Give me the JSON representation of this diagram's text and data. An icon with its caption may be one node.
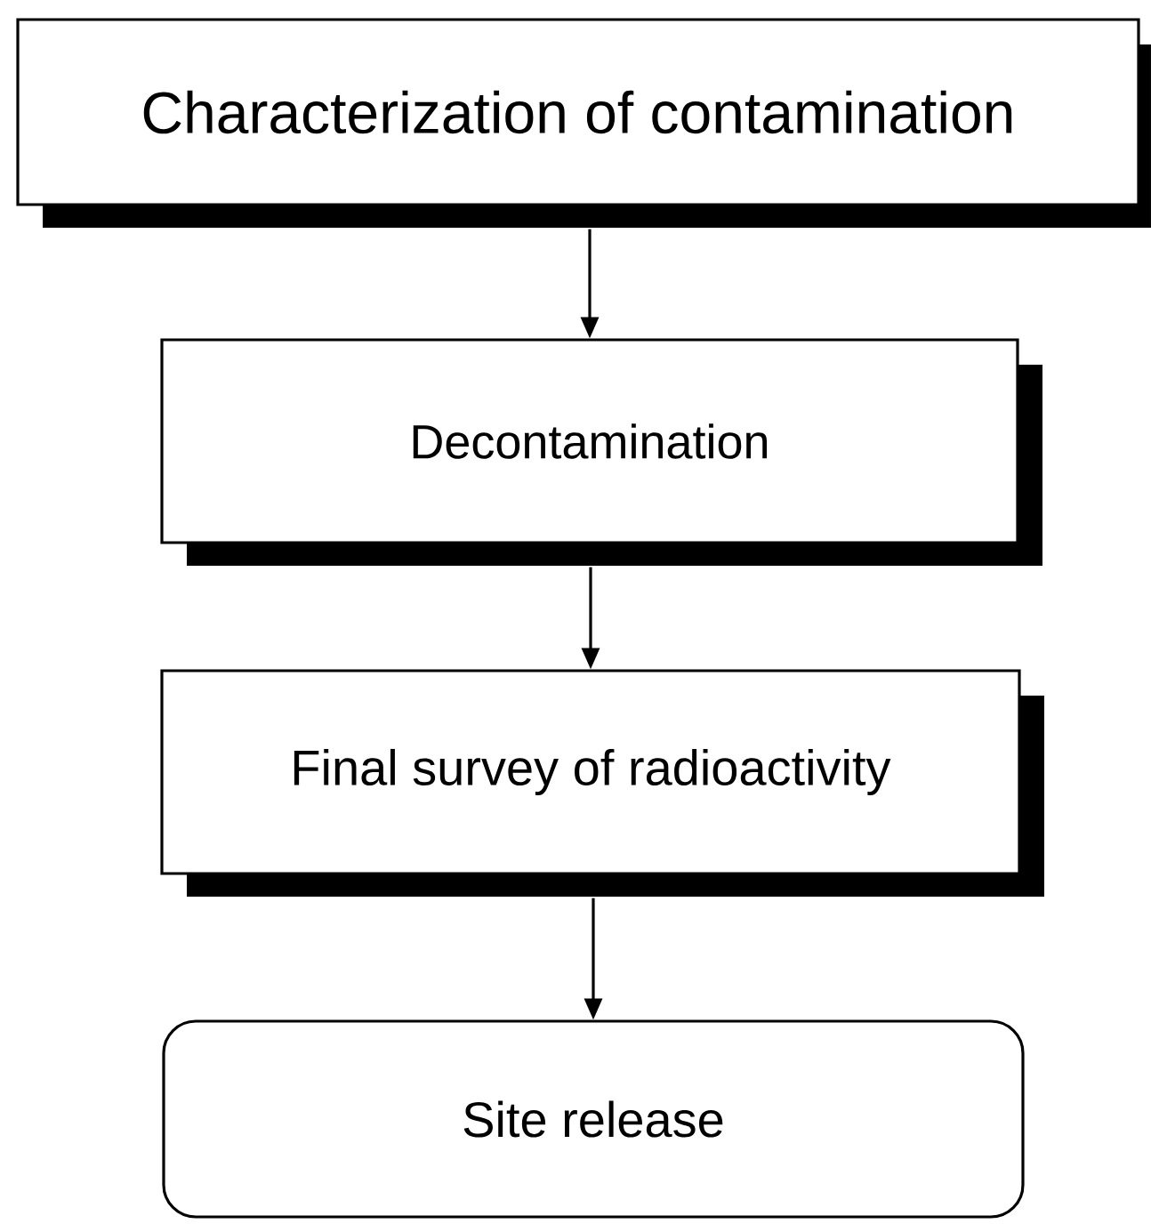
{
  "diagram": {
    "nodes": [
      {
        "text": [
          "Characterization of contamination"
        ]
      },
      {
        "text": [
          "Decontamination"
        ]
      },
      {
        "text": [
          "Final survey of radioactivity"
        ]
      },
      {
        "text": [
          "Site release"
        ]
      }
    ],
    "edges": [
      {
        "from": 0,
        "to": 1,
        "arrow": "to"
      },
      {
        "from": 1,
        "to": 2,
        "arrow": "to"
      },
      {
        "from": 2,
        "to": 3,
        "arrow": "to"
      }
    ]
  }
}
